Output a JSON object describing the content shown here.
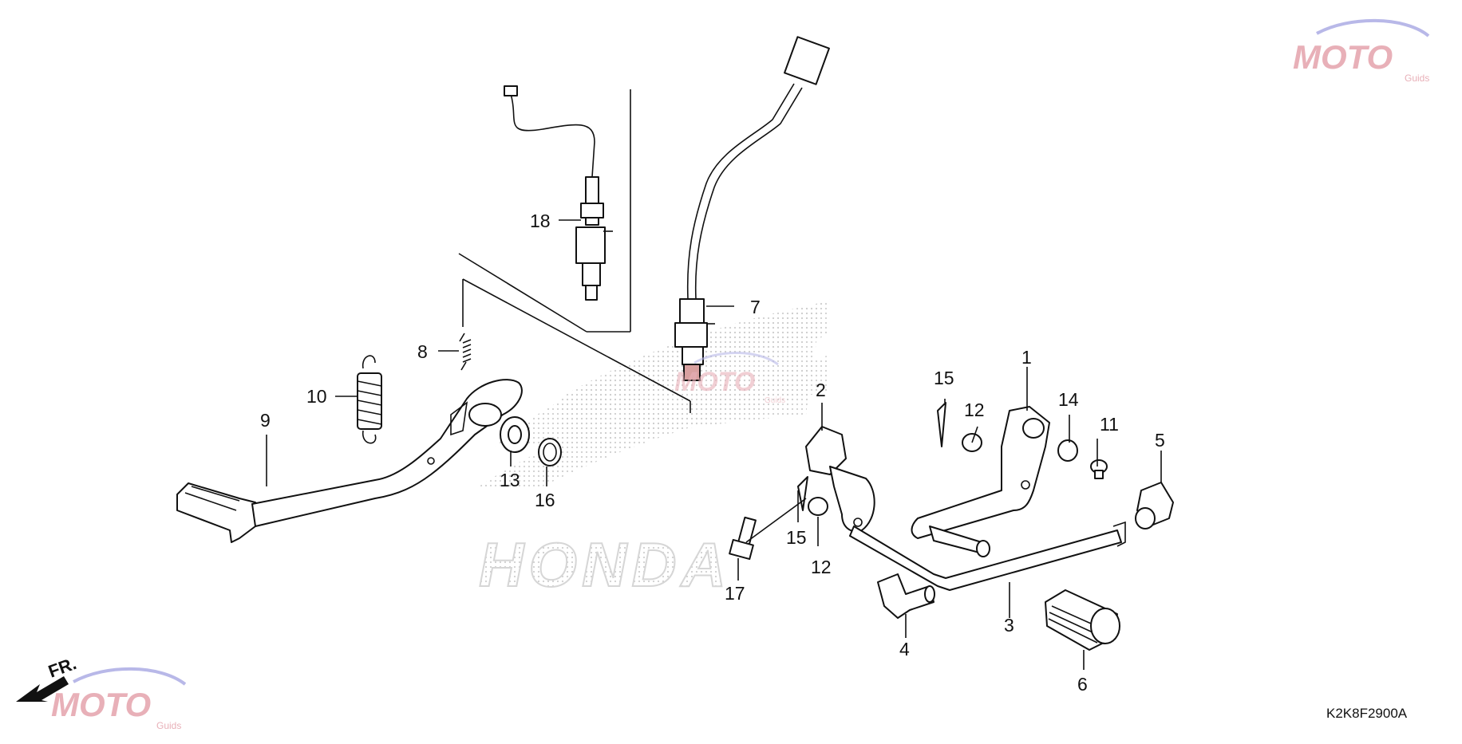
{
  "diagram": {
    "code": "K2K8F2900A",
    "direction_label": "FR.",
    "brand_watermark": "HONDA",
    "logo": {
      "word": "MOTO",
      "sub": "Guids",
      "color_primary": "#e8b0b8",
      "color_secondary": "#b8b8e8"
    },
    "callouts": {
      "c1": "1",
      "c2": "2",
      "c3": "3",
      "c4": "4",
      "c5": "5",
      "c6": "6",
      "c7": "7",
      "c8": "8",
      "c9": "9",
      "c10": "10",
      "c11": "11",
      "c12a": "12",
      "c12b": "12",
      "c13": "13",
      "c14": "14",
      "c15a": "15",
      "c15b": "15",
      "c16": "16",
      "c17": "17",
      "c18": "18"
    }
  }
}
